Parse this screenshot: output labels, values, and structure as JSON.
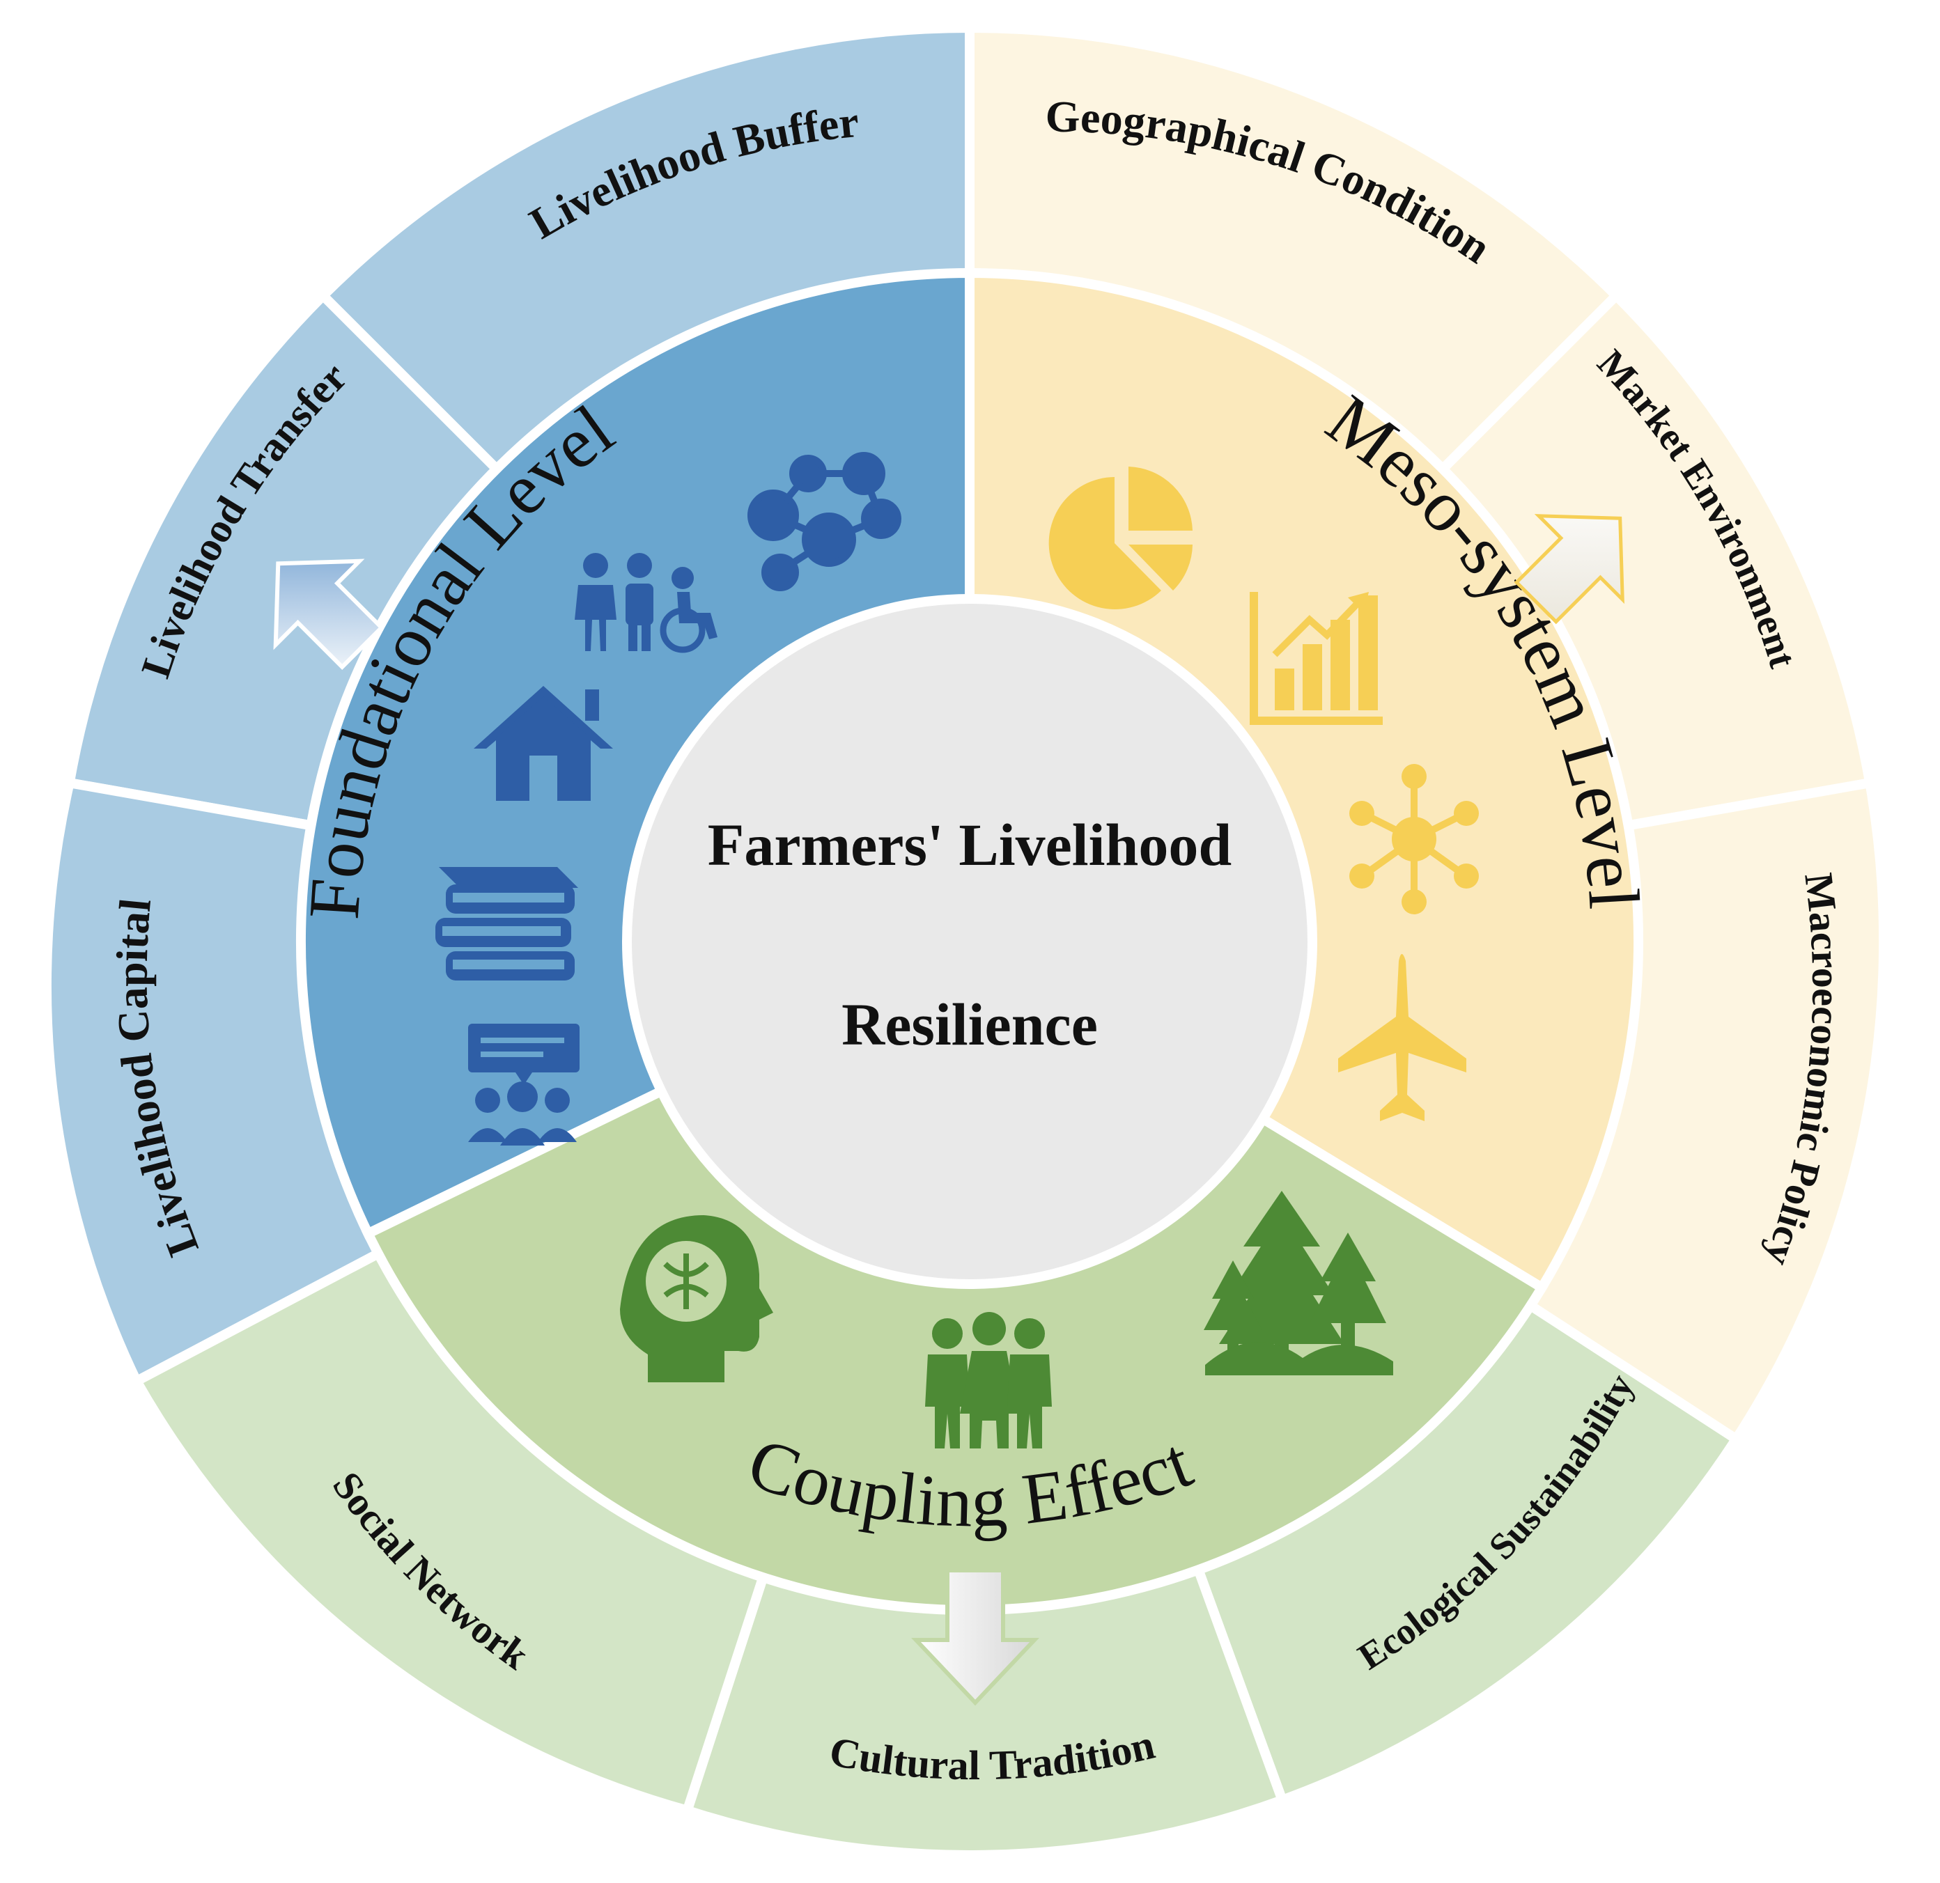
{
  "center": {
    "line1": "Farmers' Livelihood",
    "line2": "Resilience"
  },
  "levels": {
    "foundational": "Foundational Level",
    "meso": "Meso-system Level",
    "coupling": "Coupling Effect"
  },
  "outer": {
    "livelihood_buffer": "Livelihood Buffer",
    "livelihood_transfer": "Livelihood Transfer",
    "livelihood_capital": "Livelihood Capital",
    "geographical_condition": "Geographical Condition",
    "market_environment": "Market Environment",
    "macroeconomic_policy": "Macroeconomic Policy",
    "social_network": "Social Network",
    "cultural_tradition": "Cultural Tradition",
    "ecological_sustainability": "Ecological Sustainability"
  },
  "icons": {
    "foundational": [
      "network-icon",
      "people-disability-icon",
      "house-icon",
      "books-icon",
      "meeting-icon"
    ],
    "meso": [
      "pie-chart-icon",
      "bar-chart-growth-icon",
      "hub-icon",
      "airplane-icon"
    ],
    "coupling": [
      "brain-head-icon",
      "group-people-icon",
      "forest-icon"
    ]
  },
  "colors": {
    "blue_outer": "#a9cbe2",
    "blue_middle": "#6aa6cf",
    "blue_icon": "#2e5ea6",
    "yellow_outer": "#fdf5e1",
    "yellow_middle": "#fbe9bc",
    "yellow_icon": "#f6cf55",
    "green_outer": "#d3e5c6",
    "green_middle": "#c2d8a6",
    "green_icon": "#4d8a35",
    "center": "#e9e9e9"
  }
}
